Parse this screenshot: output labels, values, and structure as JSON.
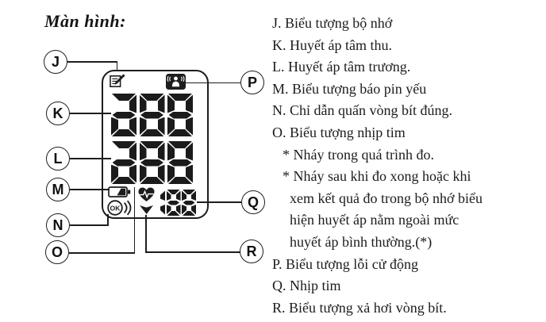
{
  "figure": {
    "title": "Màn hình:",
    "callouts": [
      "J",
      "K",
      "L",
      "M",
      "N",
      "O",
      "P",
      "Q",
      "R"
    ],
    "display": {
      "systolic_segments": "a88",
      "diastolic_segments": "a88",
      "pulse_segments": "188",
      "ok_label": "OK"
    },
    "icons": {
      "J": "memory-memo-icon",
      "M": "low-battery-icon",
      "N": "cuff-ok-sound-icon",
      "O": "heartbeat-ecg-icon",
      "P": "body-motion-error-icon",
      "R": "cuff-deflation-arrow-icon"
    }
  },
  "legend": {
    "items": [
      {
        "text": "J. Biểu tượng bộ nhớ"
      },
      {
        "text": "K. Huyết áp tâm thu."
      },
      {
        "text": "L. Huyết áp tâm trương."
      },
      {
        "text": "M. Biểu tượng báo pin yếu"
      },
      {
        "text": "N. Chỉ dẫn quấn vòng bít đúng."
      },
      {
        "text": "O. Biểu tượng nhịp tim"
      },
      {
        "text": "* Nháy trong quá trình đo."
      },
      {
        "text": "* Nháy sau khi đo xong hoặc khi"
      },
      {
        "text": "xem kết quả đo trong bộ nhớ biểu"
      },
      {
        "text": "hiện huyết áp nằm ngoài mức"
      },
      {
        "text": "huyết áp bình thường.(*)"
      },
      {
        "text": "P. Biểu tượng lỗi cử động"
      },
      {
        "text": "Q. Nhịp tim"
      },
      {
        "text": "R. Biểu tượng xả hơi vòng bít."
      }
    ]
  }
}
